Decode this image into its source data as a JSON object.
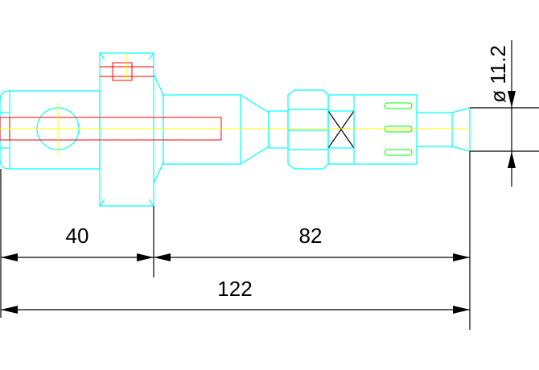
{
  "dimensions": {
    "left_length": "40",
    "right_length": "82",
    "total_length": "122",
    "diameter": "ø 11.2"
  },
  "colors": {
    "outline": "#00ffff",
    "centerline": "#ffff00",
    "hidden_bore": "#ff0000",
    "slots": "#00ff00",
    "dimension": "#000000"
  }
}
